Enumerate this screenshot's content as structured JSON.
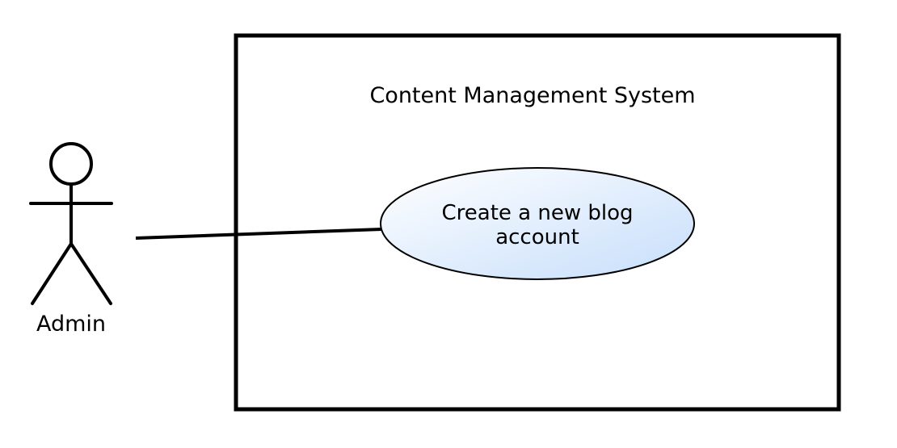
{
  "system": {
    "title": "Content Management System"
  },
  "actor": {
    "name": "Admin"
  },
  "use_case": {
    "line1": "Create a new blog",
    "line2": "account"
  },
  "colors": {
    "stroke": "#000000",
    "ellipse_fill_light": "#ffffff",
    "ellipse_fill_dark": "#c9e0fb"
  }
}
